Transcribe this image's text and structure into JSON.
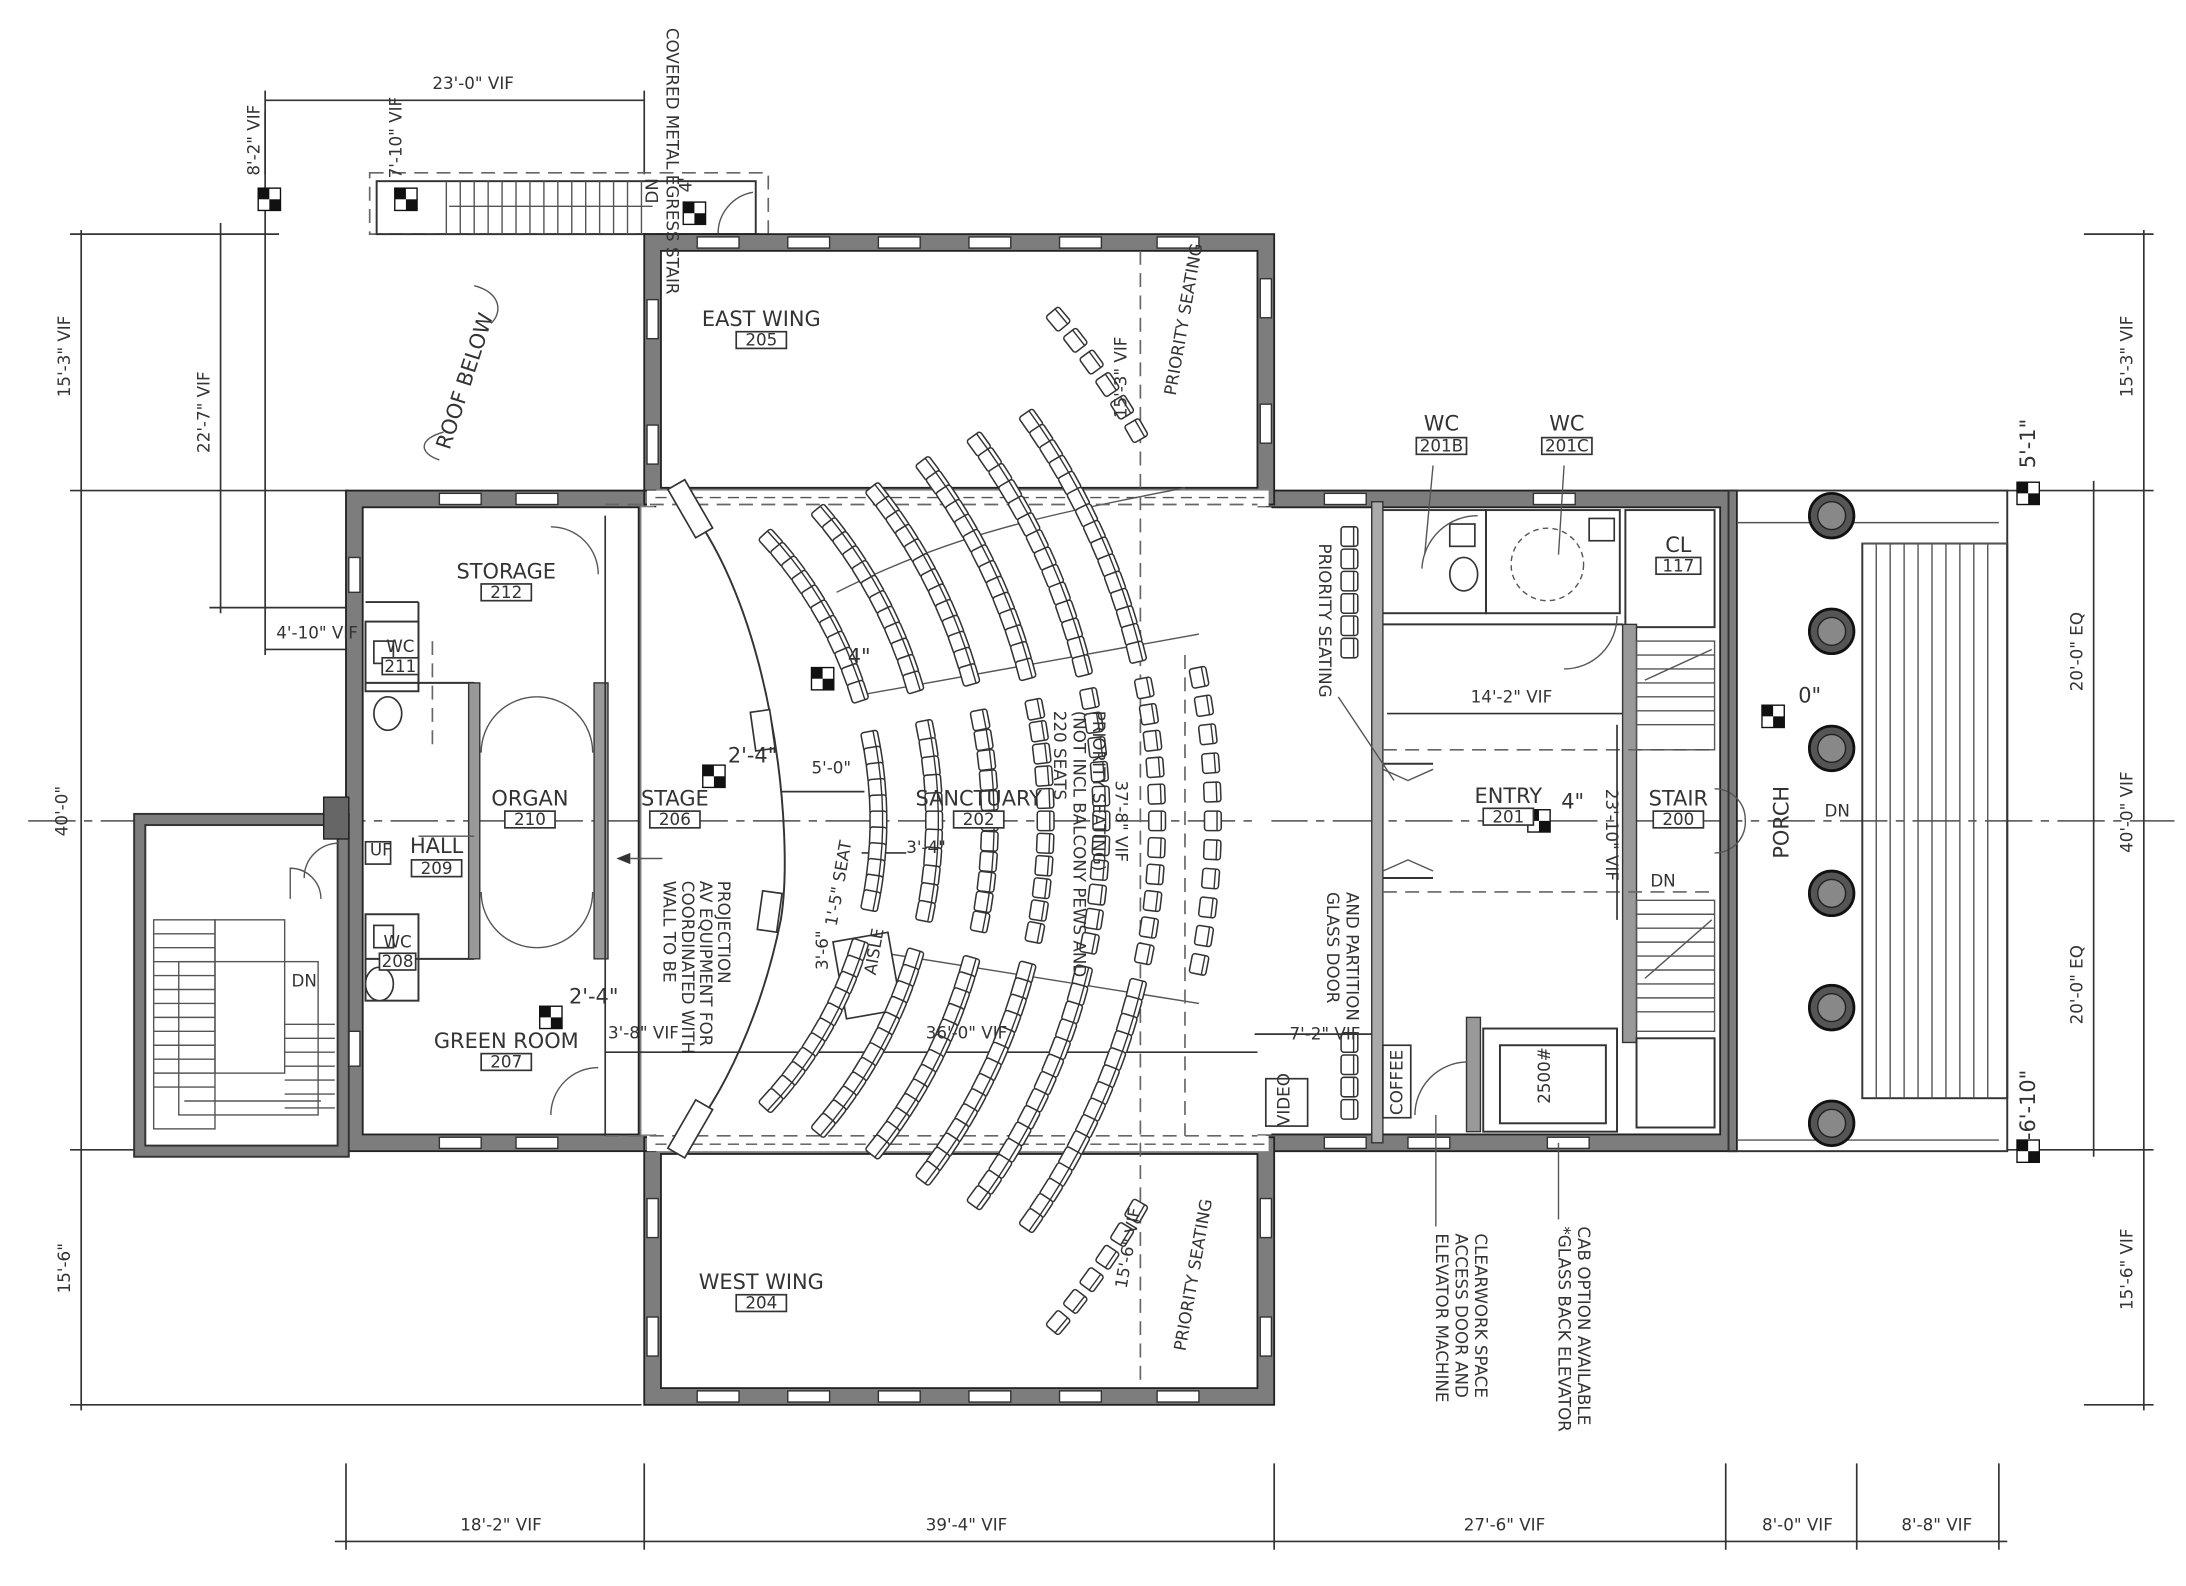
{
  "rooms": [
    {
      "name": "EAST WING",
      "number": "205"
    },
    {
      "name": "STORAGE",
      "number": "212"
    },
    {
      "name": "WC",
      "number": "211"
    },
    {
      "name": "ORGAN",
      "number": "210"
    },
    {
      "name": "HALL",
      "number": "209"
    },
    {
      "name": "WC",
      "number": "208"
    },
    {
      "name": "GREEN ROOM",
      "number": "207"
    },
    {
      "name": "STAGE",
      "number": "206"
    },
    {
      "name": "SANCTUARY",
      "number": "202"
    },
    {
      "name": "WEST WING",
      "number": "204"
    },
    {
      "name": "WC",
      "number": "201B"
    },
    {
      "name": "WC",
      "number": "201C"
    },
    {
      "name": "CL",
      "number": "117"
    },
    {
      "name": "ENTRY",
      "number": "201"
    },
    {
      "name": "STAIR",
      "number": "200"
    },
    {
      "name": "PORCH",
      "number": ""
    }
  ],
  "notes": {
    "roof_below": "ROOF BELOW",
    "egress_stair": "COVERED METAL EGRESS STAIR",
    "priority_seating": "PRIORITY SEATING",
    "seats_note_1": "220 SEATS",
    "seats_note_2": "(NOT INCL BALCONY PEWS AND",
    "seats_note_3": "PRIORITY SEATING)",
    "wall_note_1": "WALL TO BE",
    "wall_note_2": "COORDINATED WITH",
    "wall_note_3": "AV EQUIPMENT FOR",
    "wall_note_4": "PROJECTION",
    "glass_door_1": "GLASS DOOR",
    "glass_door_2": "AND PARTITION",
    "aisle": "AISLE",
    "seat_dim": "1'-5\" SEAT",
    "video": "VIDEO",
    "coffee": "COFFEE",
    "elevator": "2500#",
    "elev_note_1": "ELEVATOR MACHINE",
    "elev_note_2": "ACCESS DOOR AND",
    "elev_note_3": "CLEARWORK SPACE",
    "glass_cab_1": "*GLASS BACK ELEVATOR",
    "glass_cab_2": "CAB OPTION AVAILABLE",
    "dn": "DN",
    "uf": "UF"
  },
  "elevations": {
    "stage": "2'-4\"",
    "green": "2'-4\"",
    "sanct": "4\"",
    "entry": "4\"",
    "porch": "0\"",
    "e_top": "5'-1\"",
    "e_bot": "-6'-10\""
  },
  "dims": {
    "top_23": "23'-0\" VIF",
    "top_8_2": "8'-2\" VIF",
    "top_7_10": "7'-10\" VIF",
    "top_4": "4'",
    "left_15_3": "15'-3\" VIF",
    "left_22_7": "22'-7\" VIF",
    "left_4_10": "4'-10\" VIF",
    "left_40": "40'-0\"",
    "left_15_6": "15'-6\"",
    "right_15_3": "15'-3\" VIF",
    "right_20_eq_a": "20'-0\" EQ",
    "right_40": "40'-0\" VIF",
    "right_20_eq_b": "20'-0\" EQ",
    "right_15_6": "15'-6\" VIF",
    "sanct_15_3": "15'-3\" VIF",
    "sanct_15_6": "15'-6\" VIF",
    "d_5_0": "5'-0\"",
    "d_3_4": "3'-4\"",
    "d_37_8": "37'-8\" VIF",
    "d_36_0": "36'-0\" VIF",
    "d_3_6": "3'-6\"",
    "d_3_8": "3'-8\" VIF",
    "d_7_2": "7'-2\" VIF",
    "d_14_2": "14'-2\" VIF",
    "d_23_10": "23'-10\" VIF",
    "bot_18_2": "18'-2\" VIF",
    "bot_39_4": "39'-4\" VIF",
    "bot_27_6": "27'-6\" VIF",
    "bot_8_0": "8'-0\" VIF",
    "bot_8_8": "8'-8\" VIF"
  }
}
